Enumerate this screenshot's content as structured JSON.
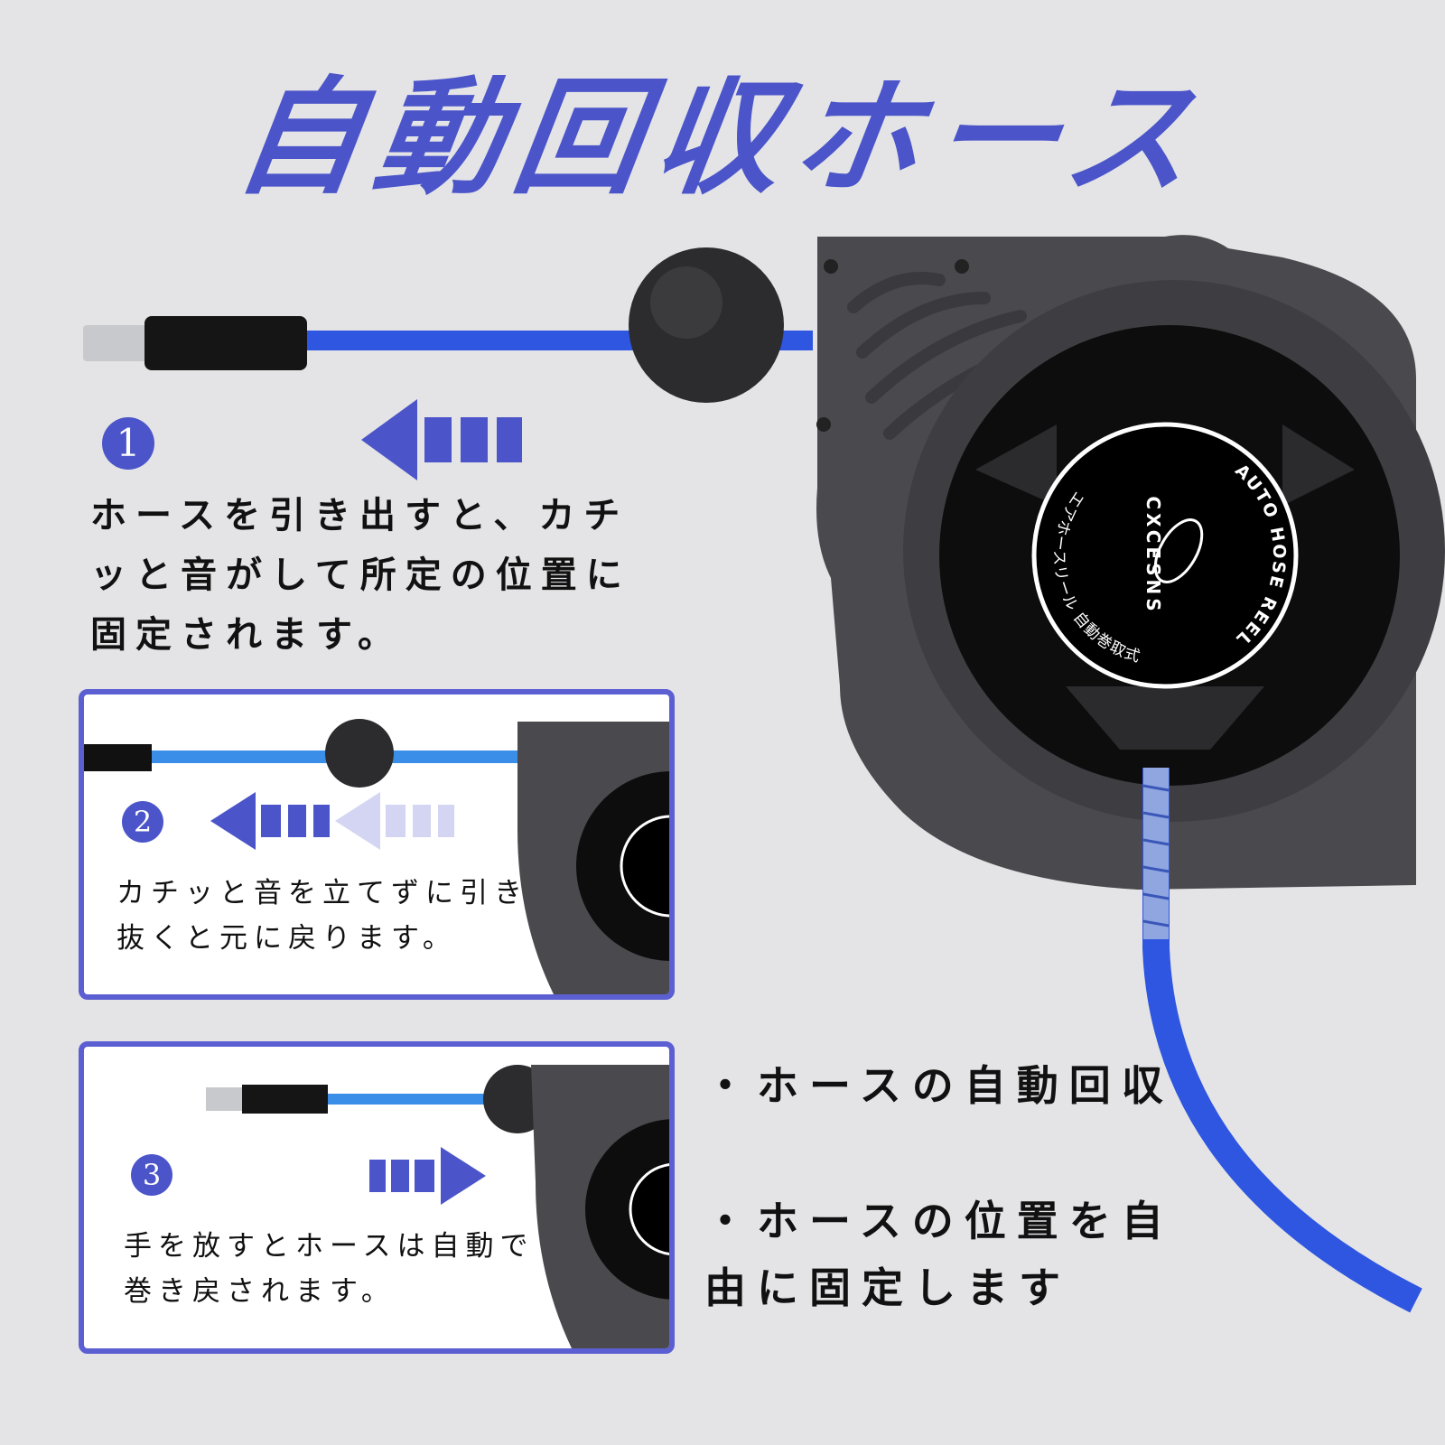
{
  "title": "自動回収ホース",
  "colors": {
    "accent": "#4b55c9",
    "hose": "#2e56e0",
    "reel_housing": "#4a4a4e",
    "background": "#e4e4e6"
  },
  "product_label": {
    "brand": "CXCESNS",
    "ring_en": "AUTO HOSE REEL",
    "ring_jp": "エアホースリール 自動巻取式"
  },
  "step1": {
    "number": "1",
    "text_lines": [
      "ホースを引き出すと、カチ",
      "ッと音がして所定の位置に",
      "固定されます。"
    ],
    "arrow": "arrow-left-icon"
  },
  "step2": {
    "number": "2",
    "text_lines": [
      "カチッと音を立てずに引き",
      "抜くと元に戻ります。"
    ],
    "arrow": "arrow-left-icon"
  },
  "step3": {
    "number": "3",
    "text_lines": [
      "手を放すとホースは自動で",
      "巻き戻されます。"
    ],
    "arrow": "arrow-right-icon"
  },
  "features": [
    "・ホースの自動回収",
    "・ホースの位置を自",
    "由に固定します"
  ]
}
